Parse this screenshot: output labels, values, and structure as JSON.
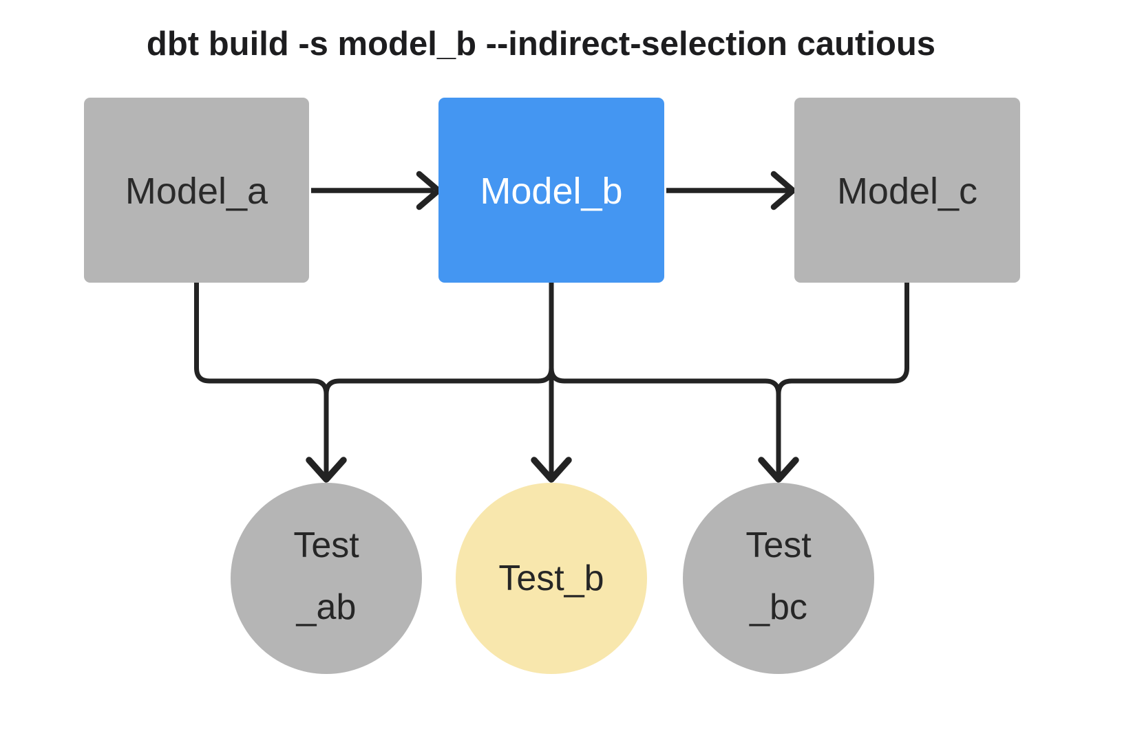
{
  "title": "dbt build -s model_b --indirect-selection cautious",
  "colors": {
    "background": "#ffffff",
    "line": "#232323",
    "title_text": "#1d1d1f",
    "text_dark": "#262626"
  },
  "nodes": {
    "model_a": {
      "label": "Model_a",
      "fill": "#b5b5b5",
      "text_color": "#2a2a2a",
      "shape": "rectangle"
    },
    "model_b": {
      "label": "Model_b",
      "fill": "#4496f2",
      "text_color": "#ffffff",
      "shape": "rectangle",
      "state": "selected"
    },
    "model_c": {
      "label": "Model_c",
      "fill": "#b5b5b5",
      "text_color": "#2a2a2a",
      "shape": "rectangle"
    },
    "test_ab": {
      "label": "Test _ab",
      "label_line1": "Test",
      "label_line2": "_ab",
      "fill": "#b5b5b5",
      "shape": "circle"
    },
    "test_b": {
      "label": "Test_b",
      "fill": "#f8e7ad",
      "shape": "circle",
      "state": "indirectly-selected"
    },
    "test_bc": {
      "label": "Test _bc",
      "label_line1": "Test",
      "label_line2": "_bc",
      "fill": "#b5b5b5",
      "shape": "circle"
    }
  },
  "edges": [
    {
      "from": "Model_a",
      "to": "Model_b"
    },
    {
      "from": "Model_b",
      "to": "Model_c"
    },
    {
      "from": "Model_a",
      "to": "Test_ab"
    },
    {
      "from": "Model_b",
      "to": "Test_ab"
    },
    {
      "from": "Model_b",
      "to": "Test_b"
    },
    {
      "from": "Model_b",
      "to": "Test_bc"
    },
    {
      "from": "Model_c",
      "to": "Test_bc"
    }
  ]
}
